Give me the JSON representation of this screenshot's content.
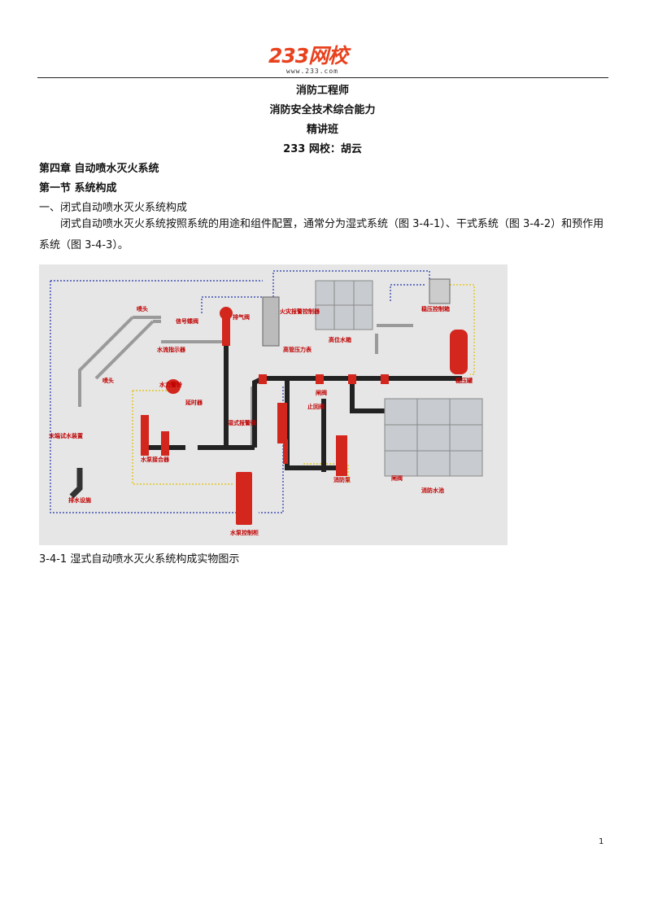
{
  "logo": {
    "main": "233网校",
    "sub": "www.233.com"
  },
  "titles": [
    "消防工程师",
    "消防安全技术综合能力",
    "精讲班",
    "233 网校：胡云"
  ],
  "chapter": "第四章   自动喷水灭火系统",
  "section": "第一节   系统构成",
  "subsection": "一、闭式自动喷水灭火系统构成",
  "paragraph": "闭式自动喷水灭火系统按照系统的用途和组件配置，通常分为湿式系统（图 3-4-1）、干式系统（图 3-4-2）和预作用系统（图 3-4-3）。",
  "figure": {
    "labels": {
      "sprinkler_top": "喷头",
      "signal_valve": "信号蝶阀",
      "exhaust_valve": "排气阀",
      "fire_panel": "火灾报警控制器",
      "water_tank_high": "高位水箱",
      "stabilizer_ctrl": "稳压控制箱",
      "flow_indicator": "水流指示器",
      "high_gauge": "高管压力表",
      "sprinkler_mid": "喷头",
      "water_bell": "水力警铃",
      "delay": "延时器",
      "gate_valve": "闸阀",
      "check_valve": "止回阀",
      "stabilizer_tank": "稳压罐",
      "end_test": "末端试水装置",
      "wet_alarm": "湿式报警阀",
      "pump_adapter": "水泵接合器",
      "fire_pump": "消防泵",
      "gate_valve2": "闸阀",
      "fire_pool": "消防水池",
      "drain": "排水设施",
      "pump_cabinet": "水泵控制柜"
    }
  },
  "caption": "3-4-1   湿式自动喷水灭火系统构成实物图示",
  "page_number": "1"
}
